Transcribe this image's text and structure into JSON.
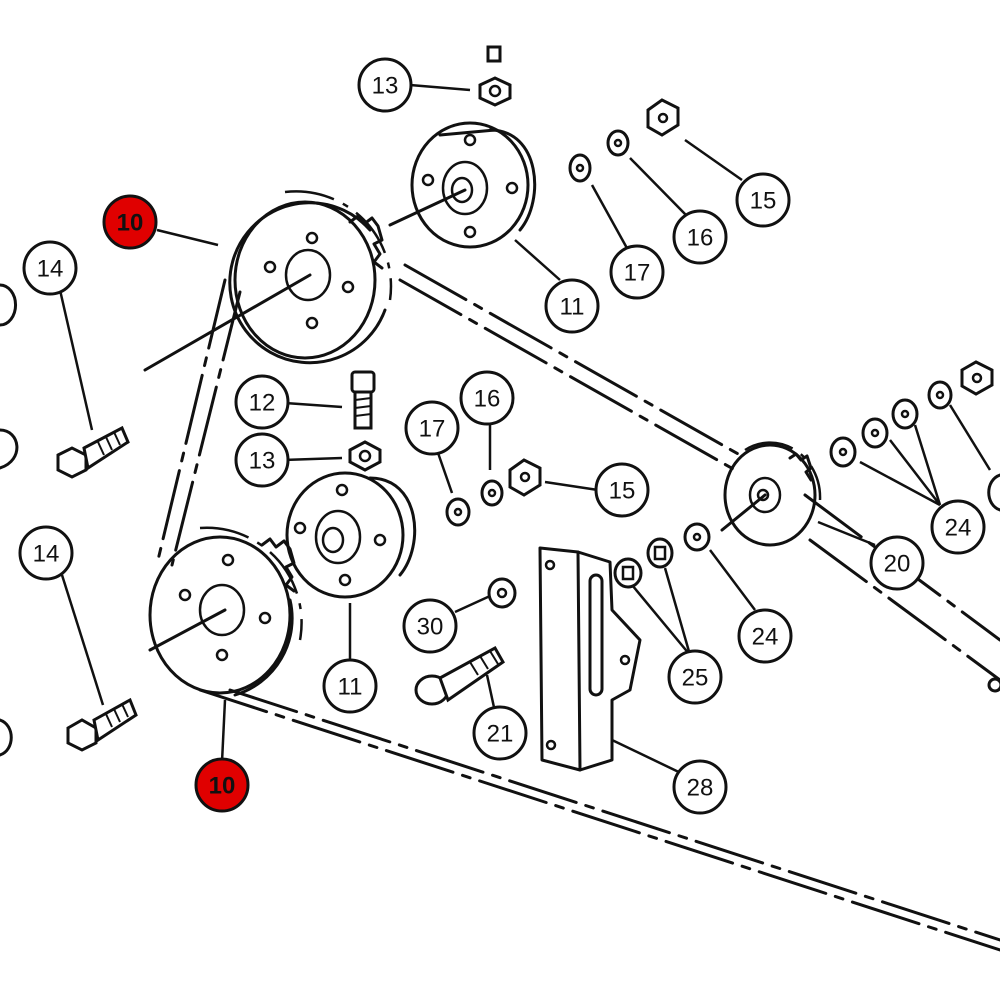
{
  "diagram": {
    "type": "exploded-parts-view",
    "highlight_color": "#e00000",
    "callouts": [
      {
        "id": "c1",
        "label": "13",
        "highlight": false
      },
      {
        "id": "c2",
        "label": "15",
        "highlight": false
      },
      {
        "id": "c3",
        "label": "16",
        "highlight": false
      },
      {
        "id": "c4",
        "label": "17",
        "highlight": false
      },
      {
        "id": "c5",
        "label": "11",
        "highlight": false
      },
      {
        "id": "c6",
        "label": "10",
        "highlight": true
      },
      {
        "id": "c7",
        "label": "14",
        "highlight": false
      },
      {
        "id": "c8",
        "label": "12",
        "highlight": false
      },
      {
        "id": "c9",
        "label": "13",
        "highlight": false
      },
      {
        "id": "c10",
        "label": "17",
        "highlight": false
      },
      {
        "id": "c11",
        "label": "16",
        "highlight": false
      },
      {
        "id": "c12",
        "label": "15",
        "highlight": false
      },
      {
        "id": "c13",
        "label": "24",
        "highlight": false
      },
      {
        "id": "c14",
        "label": "20",
        "highlight": false
      },
      {
        "id": "c15",
        "label": "24",
        "highlight": false
      },
      {
        "id": "c16",
        "label": "14",
        "highlight": false
      },
      {
        "id": "c17",
        "label": "11",
        "highlight": false
      },
      {
        "id": "c18",
        "label": "30",
        "highlight": false
      },
      {
        "id": "c19",
        "label": "25",
        "highlight": false
      },
      {
        "id": "c20",
        "label": "21",
        "highlight": false
      },
      {
        "id": "c21",
        "label": "28",
        "highlight": false
      },
      {
        "id": "c22",
        "label": "10",
        "highlight": true
      }
    ]
  }
}
